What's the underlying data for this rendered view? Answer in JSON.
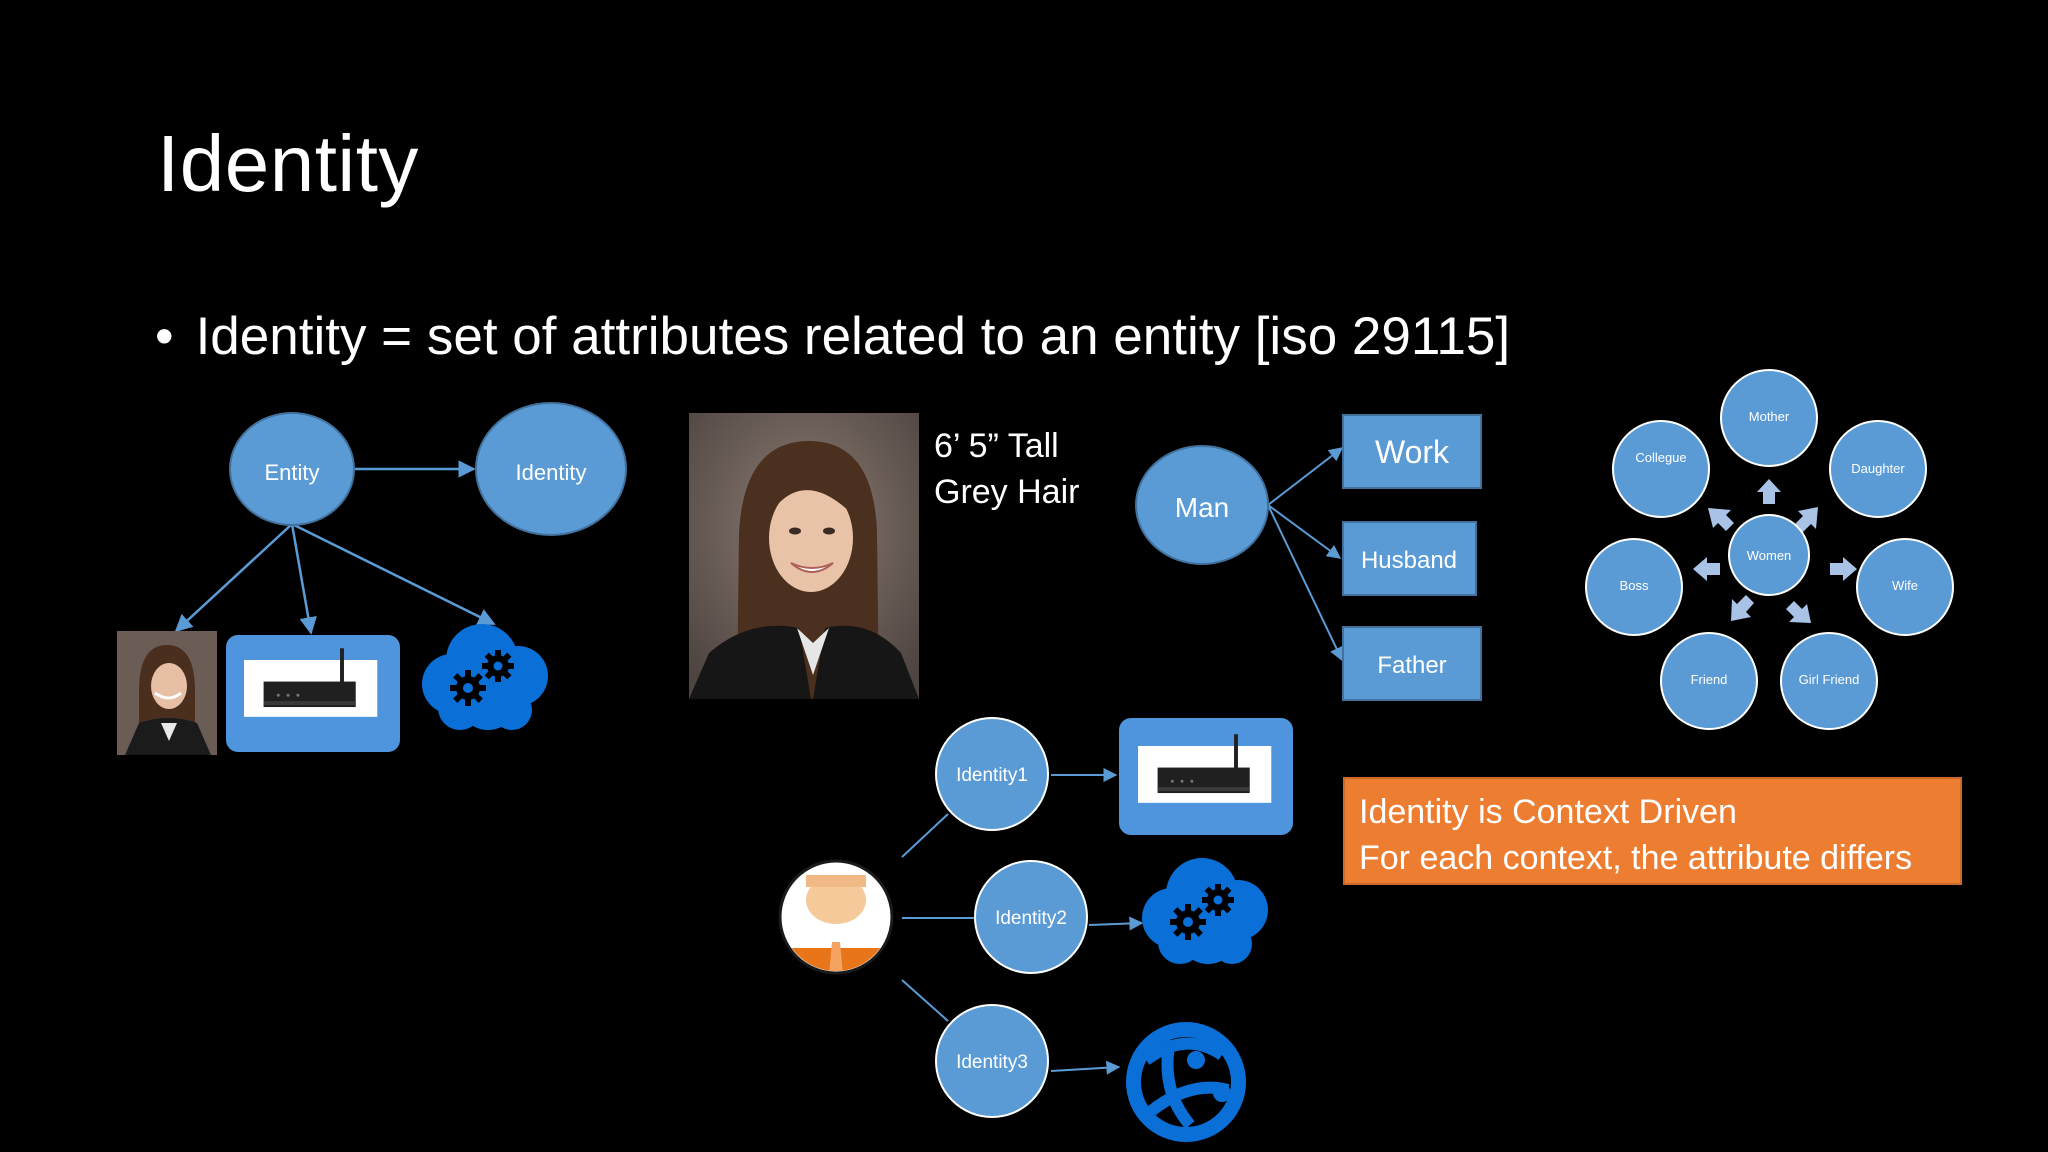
{
  "slide": {
    "title": "Identity",
    "bullet": "Identity = set of attributes related to an entity [iso 29115]"
  },
  "entity_diagram": {
    "entity_label": "Entity",
    "identity_label": "Identity"
  },
  "person_attributes": {
    "height": "6’ 5” Tall",
    "hair": "Grey Hair"
  },
  "roles_diagram": {
    "source": "Man",
    "roles": [
      "Work",
      "Husband",
      "Father"
    ]
  },
  "relations_diagram": {
    "center": "Women",
    "outer": [
      "Mother",
      "Daughter",
      "Wife",
      "Girl Friend",
      "Friend",
      "Boss",
      "Collegue"
    ]
  },
  "identities_diagram": {
    "identities": [
      "Identity1",
      "Identity2",
      "Identity3"
    ]
  },
  "callout": {
    "line1": "Identity is Context Driven",
    "line2": "For each context, the attribute differs"
  },
  "colors": {
    "node_fill": "#5b9bd5",
    "node_stroke": "#41719c",
    "connector": "#5b9bd5",
    "callout_fill": "#ed7d31",
    "cloud_fill": "#0a6fd6"
  }
}
